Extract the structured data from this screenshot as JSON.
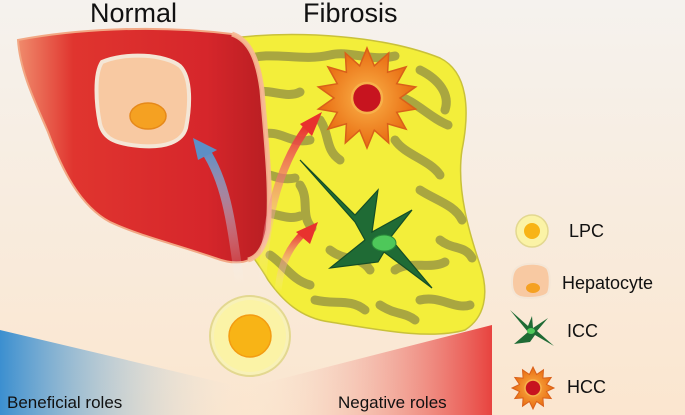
{
  "headings": {
    "normal": "Normal",
    "fibrosis": "Fibrosis"
  },
  "legend": {
    "items": [
      {
        "label": "LPC",
        "icon": "lpc-cell-icon"
      },
      {
        "label": "Hepatocyte",
        "icon": "hepatocyte-cell-icon"
      },
      {
        "label": "ICC",
        "icon": "icc-cell-icon"
      },
      {
        "label": "HCC",
        "icon": "hcc-cell-icon"
      }
    ]
  },
  "roles": {
    "beneficial": "Beneficial roles",
    "negative": "Negative roles"
  },
  "colors": {
    "liver_red": "#d6262b",
    "fibrosis_yellow": "#f3ee3a",
    "fibrotic_band": "#a9a640",
    "beneficial_blue": "#3b8fd0",
    "negative_red": "#e8433f",
    "icc_green": "#1f6b35",
    "hcc_orange": "#f07a16"
  }
}
